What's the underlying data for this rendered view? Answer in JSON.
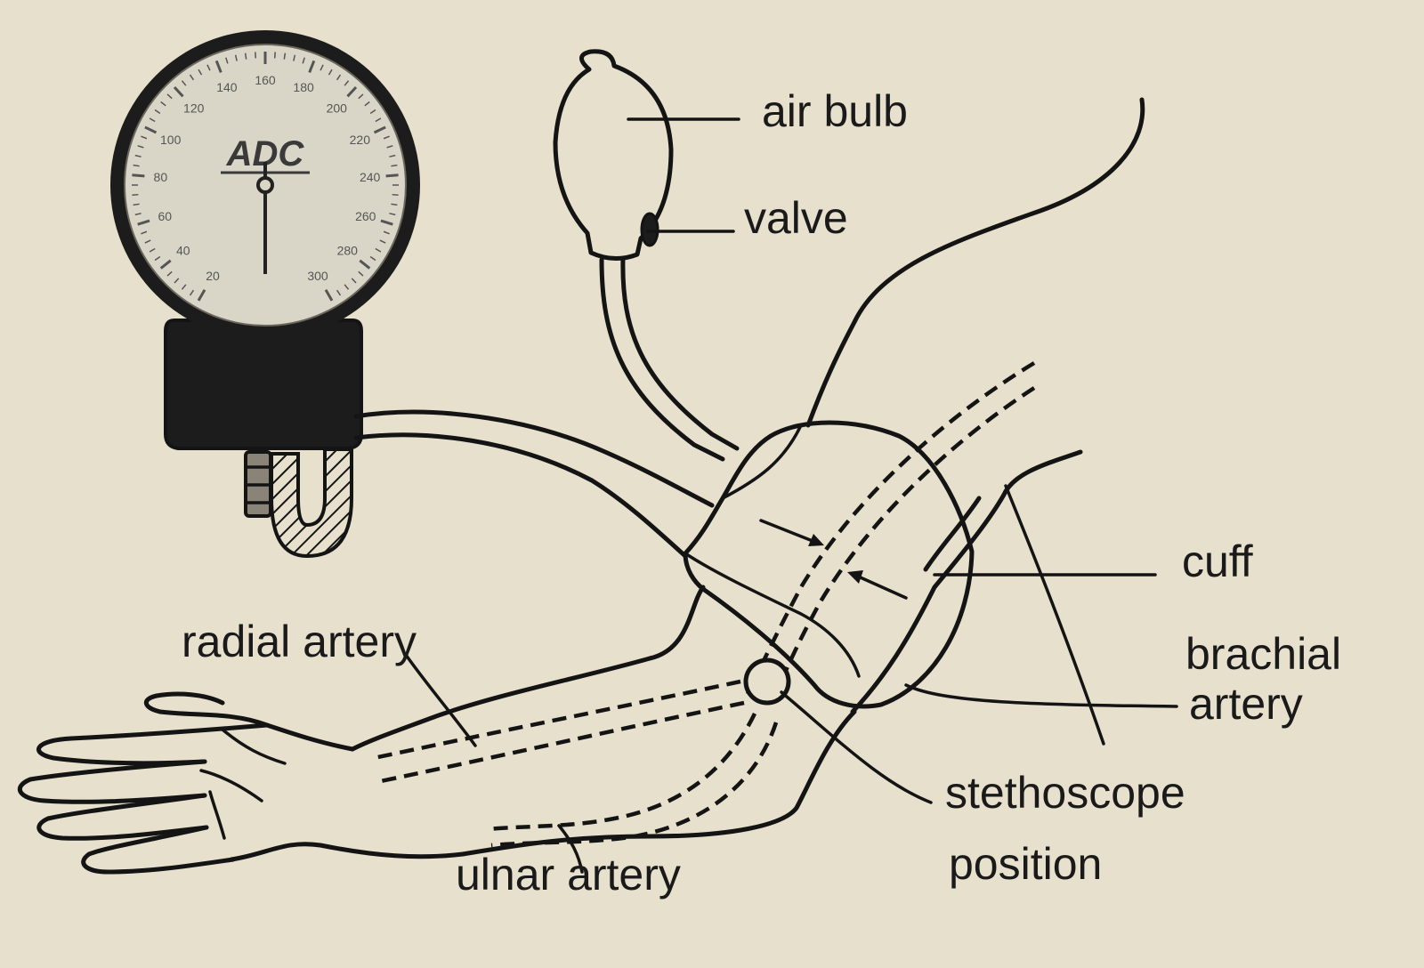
{
  "labels": {
    "air_bulb": "air bulb",
    "valve": "valve",
    "cuff": "cuff",
    "brachial_1": "brachial",
    "brachial_2": "artery",
    "radial": "radial artery",
    "stetho_1": "stethoscope",
    "stetho_2": "position",
    "ulnar": "ulnar artery"
  },
  "gauge": {
    "logo": "ADC",
    "scale": [
      "20",
      "40",
      "60",
      "80",
      "100",
      "120",
      "140",
      "160",
      "180",
      "200",
      "220",
      "240",
      "260",
      "280",
      "300"
    ]
  },
  "colors": {
    "paper": "#e6e0cd",
    "ink": "#141414",
    "dial_face": "#d9d6c7",
    "gauge_body": "#1c1c1c"
  }
}
